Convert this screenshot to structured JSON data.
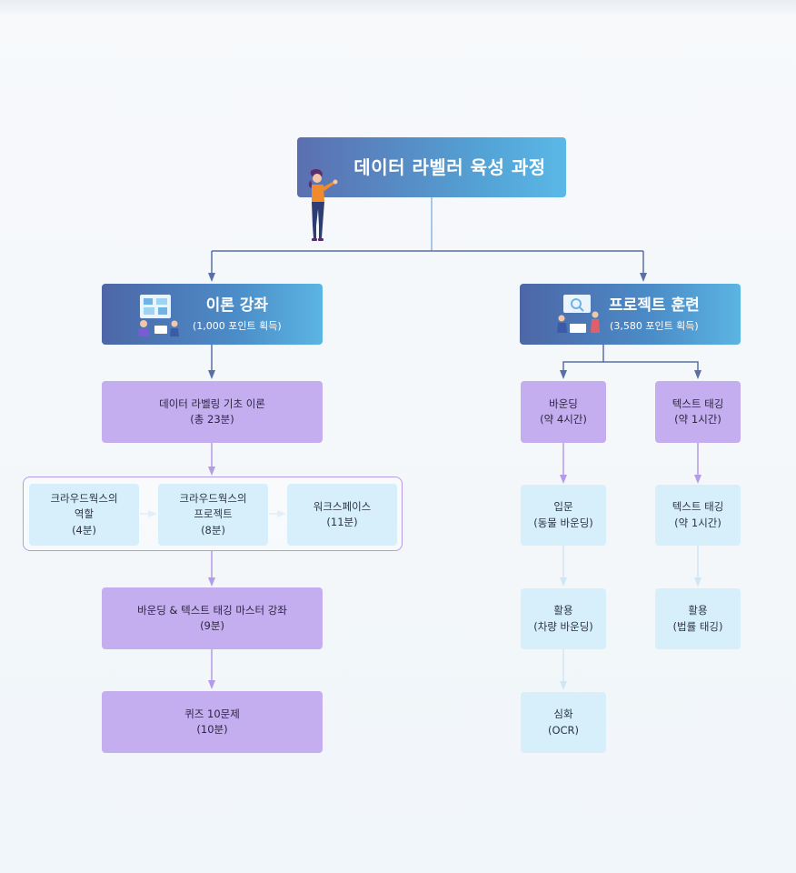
{
  "title": "데이터 라벨러 육성 과정",
  "theory": {
    "title": "이론 강좌",
    "subtitle": "(1,000 포인트 획득)",
    "basic": {
      "line1": "데이터 라벨링 기초 이론",
      "line2": "(총 23분)"
    },
    "group": [
      {
        "line1": "크라우드웍스의",
        "line2": "역할",
        "line3": "(4분)"
      },
      {
        "line1": "크라우드웍스의",
        "line2": "프로젝트",
        "line3": "(8분)"
      },
      {
        "line1": "워크스페이스",
        "line2": "(11분)"
      }
    ],
    "master": {
      "line1": "바운딩 & 텍스트 태깅 마스터 강좌",
      "line2": "(9분)"
    },
    "quiz": {
      "line1": "퀴즈 10문제",
      "line2": "(10분)"
    }
  },
  "project": {
    "title": "프로젝트 훈련",
    "subtitle": "(3,580 포인트 획득)",
    "bounding": {
      "head": {
        "line1": "바운딩",
        "line2": "(약 4시간)"
      },
      "steps": [
        {
          "line1": "입문",
          "line2": "(동물 바운딩)"
        },
        {
          "line1": "활용",
          "line2": "(차량 바운딩)"
        },
        {
          "line1": "심화",
          "line2": "(OCR)"
        }
      ]
    },
    "tagging": {
      "head": {
        "line1": "텍스트 태깅",
        "line2": "(약 1시간)"
      },
      "steps": [
        {
          "line1": "텍스트 태깅",
          "line2": "(약 1시간)"
        },
        {
          "line1": "활용",
          "line2": "(법률 태깅)"
        }
      ]
    }
  },
  "colors": {
    "header_gradient_start": "#4d66a6",
    "header_gradient_end": "#5bb5e2",
    "purple_box": "#c4aef0",
    "light_box": "#d6effb",
    "connector": "#5a6fa6",
    "purple_arrow": "#b49be8"
  },
  "icons": [
    "presenter-woman-icon",
    "theory-board-icon",
    "project-meeting-icon"
  ]
}
